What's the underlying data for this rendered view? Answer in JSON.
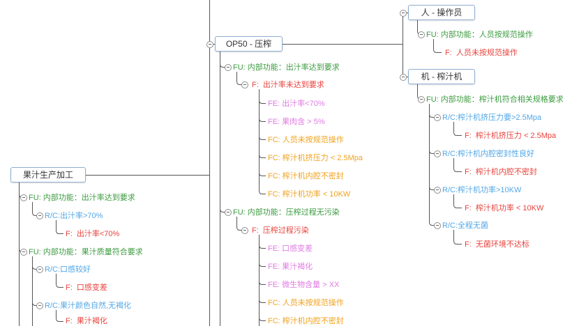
{
  "colors": {
    "function": "#3b9b3f",
    "requirement": "#52a7e6",
    "failure": "#e9433d",
    "effect": "#df7be2",
    "cause": "#f1a21d",
    "topic_text": "#333333",
    "topic_border": "#8eaed0",
    "line": "#555555"
  },
  "icons": {
    "collapse_toggle": "collapse-minus-icon"
  },
  "process": {
    "topic": "果汁生产加工",
    "functions": [
      {
        "label": "FU: 内部功能：出汁率达到要求",
        "requirements": [
          {
            "label": "R/C:出汁率>70%",
            "failure": "F:  出汁率<70%"
          }
        ]
      },
      {
        "label": "FU: 内部功能：果汁质量符合要求",
        "requirements": [
          {
            "label": "R/C:口感较好",
            "failure": "F:  口感变差"
          },
          {
            "label": "R/C:果汁颜色自然,无褐化",
            "failure": "F:  果汁褐化"
          }
        ]
      }
    ]
  },
  "operation": {
    "topic": "OP50 - 压榨",
    "functions": [
      {
        "label": "FU: 内部功能：出汁率达到要求",
        "failure": "F:  出汁率未达到要求",
        "effects": [
          "FE: 出汁率<70%",
          "FE: 果肉含 > 5%"
        ],
        "causes": [
          "FC: 人员未按规范操作",
          "FC: 榨汁机挤压力 < 2.5Mpa",
          "FC: 榨汁机内腔不密封",
          "FC: 榨汁机功率 < 10KW"
        ]
      },
      {
        "label": "FU: 内部功能：压榨过程无污染",
        "failure": "F:  压榨过程污染",
        "effects": [
          "FE: 口感变差",
          "FE: 果汁褐化",
          "FE: 微生物含量 > XX"
        ],
        "causes": [
          "FC: 人员未按规范操作",
          "FC: 榨汁机内腔不密封"
        ]
      }
    ]
  },
  "work_elements": [
    {
      "topic": "人 - 操作员",
      "functions": [
        {
          "label": "FU: 内部功能：人员按规范操作",
          "failure": "F:  人员未按规范操作"
        }
      ]
    },
    {
      "topic": "机 - 榨汁机",
      "functions": [
        {
          "label": "FU: 内部功能：榨汁机符合相关规格要求",
          "requirements": [
            {
              "label": "R/C:榨汁机挤压力要>2.5Mpa",
              "failure": "F:  榨汁机挤压力 < 2.5Mpa"
            },
            {
              "label": "R/C:榨汁机内腔密封性良好",
              "failure": "F:  榨汁机内腔不密封"
            },
            {
              "label": "R/C:榨汁机功率>10KW",
              "failure": "F:  榨汁机功率 < 10KW"
            },
            {
              "label": "R/C:全程无菌",
              "failure": "F:  无菌环境不达标"
            }
          ]
        }
      ]
    }
  ]
}
